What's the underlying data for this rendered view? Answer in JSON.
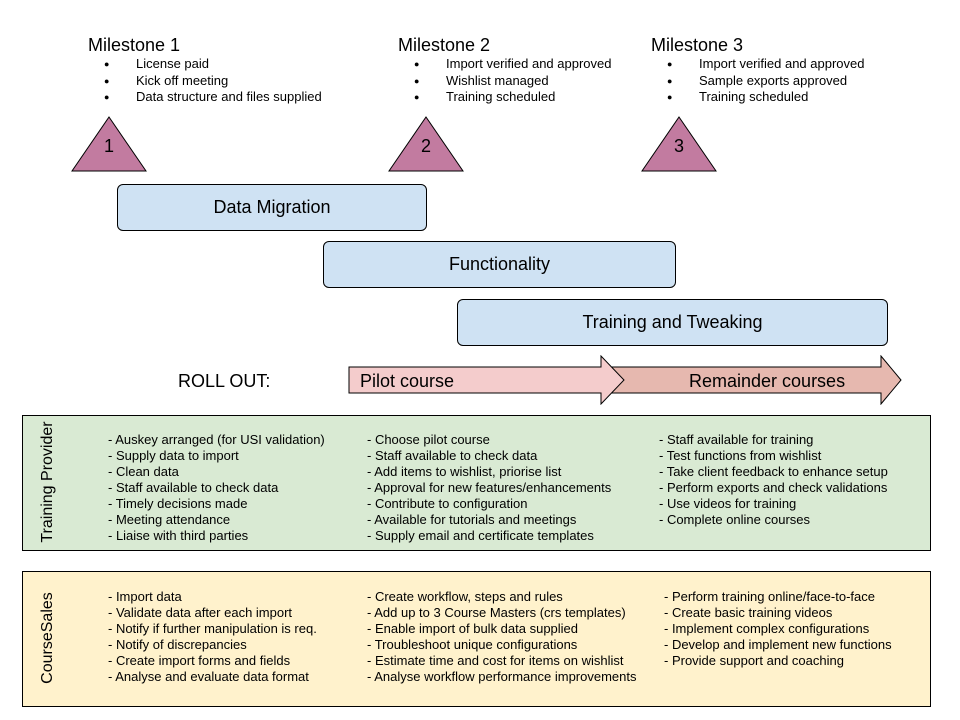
{
  "milestones": [
    {
      "title": "Milestone 1",
      "number": "1",
      "items": [
        "License paid",
        "Kick off meeting",
        "Data structure and files supplied"
      ]
    },
    {
      "title": "Milestone 2",
      "number": "2",
      "items": [
        "Import verified and approved",
        "Wishlist managed",
        "Training scheduled"
      ]
    },
    {
      "title": "Milestone 3",
      "number": "3",
      "items": [
        "Import verified and approved",
        "Sample exports approved",
        "Training scheduled"
      ]
    }
  ],
  "phases": [
    "Data Migration",
    "Functionality",
    "Training and Tweaking"
  ],
  "rollout": {
    "label": "ROLL OUT:",
    "stages": [
      "Pilot course",
      "Remainder courses"
    ]
  },
  "colors": {
    "triangle": "#c27ba0",
    "phase": "#cfe2f3",
    "pilot_arrow": "#f4cccc",
    "remainder_arrow": "#e6b8af",
    "provider_panel": "#d9ead3",
    "coursesales_panel": "#fff2cc"
  },
  "training_provider": {
    "label": "Training Provider",
    "columns": [
      [
        "- Auskey arranged (for USI validation)",
        "- Supply data to import",
        "- Clean data",
        "- Staff available to check data",
        "- Timely decisions made",
        "- Meeting attendance",
        "- Liaise with third parties"
      ],
      [
        "- Choose pilot course",
        "- Staff available to check data",
        "- Add items to wishlist, priorise list",
        "- Approval for new features/enhancements",
        "- Contribute to configuration",
        "- Available for tutorials and meetings",
        "- Supply email and certificate templates"
      ],
      [
        "- Staff available for training",
        "- Test functions from wishlist",
        "- Take client feedback to enhance setup",
        "- Perform exports and check validations",
        "- Use videos for training",
        "- Complete online courses"
      ]
    ]
  },
  "coursesales": {
    "label": "CourseSales",
    "columns": [
      [
        "- Import data",
        "- Validate data after each import",
        "- Notify if further manipulation is req.",
        "- Notify of discrepancies",
        "- Create import forms and fields",
        "- Analyse and evaluate data format"
      ],
      [
        "- Create workflow, steps and rules",
        "- Add up to 3 Course Masters (crs templates)",
        "- Enable import of bulk data supplied",
        "- Troubleshoot unique configurations",
        "- Estimate time and cost for items on wishlist",
        "- Analyse workflow performance improvements"
      ],
      [
        "- Perform training online/face-to-face",
        "- Create basic training videos",
        "- Implement complex configurations",
        "- Develop and implement new functions",
        "- Provide support and coaching"
      ]
    ]
  }
}
